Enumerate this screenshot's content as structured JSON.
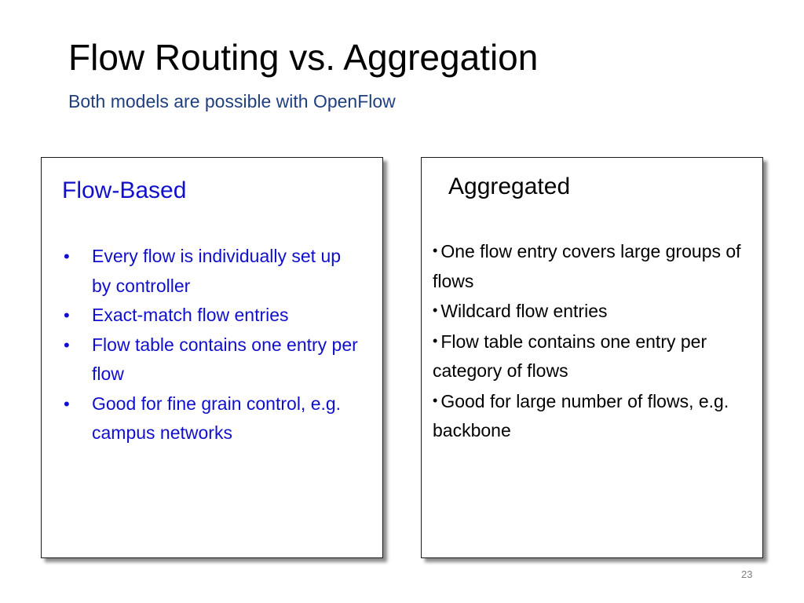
{
  "slide": {
    "title": "Flow Routing vs. Aggregation",
    "subtitle": "Both models are possible with OpenFlow",
    "page_number": "23"
  },
  "left_box": {
    "heading": "Flow-Based",
    "bullet_symbol": "•",
    "items": [
      "Every flow is individually set up by controller",
      "Exact-match flow entries",
      "Flow table contains one entry per flow",
      "Good for fine grain control, e.g. campus networks"
    ]
  },
  "right_box": {
    "heading": "Aggregated",
    "bullet_symbol": "•",
    "items": [
      "One flow entry covers large groups of flows",
      "Wildcard flow entries",
      "Flow table contains one entry per category of flows",
      "Good for large number of flows, e.g. backbone"
    ]
  },
  "colors": {
    "title": "#000000",
    "subtitle": "#1f3f7f",
    "left_text": "#1010cc",
    "right_text": "#000000",
    "page_number": "#7f7f7f"
  }
}
